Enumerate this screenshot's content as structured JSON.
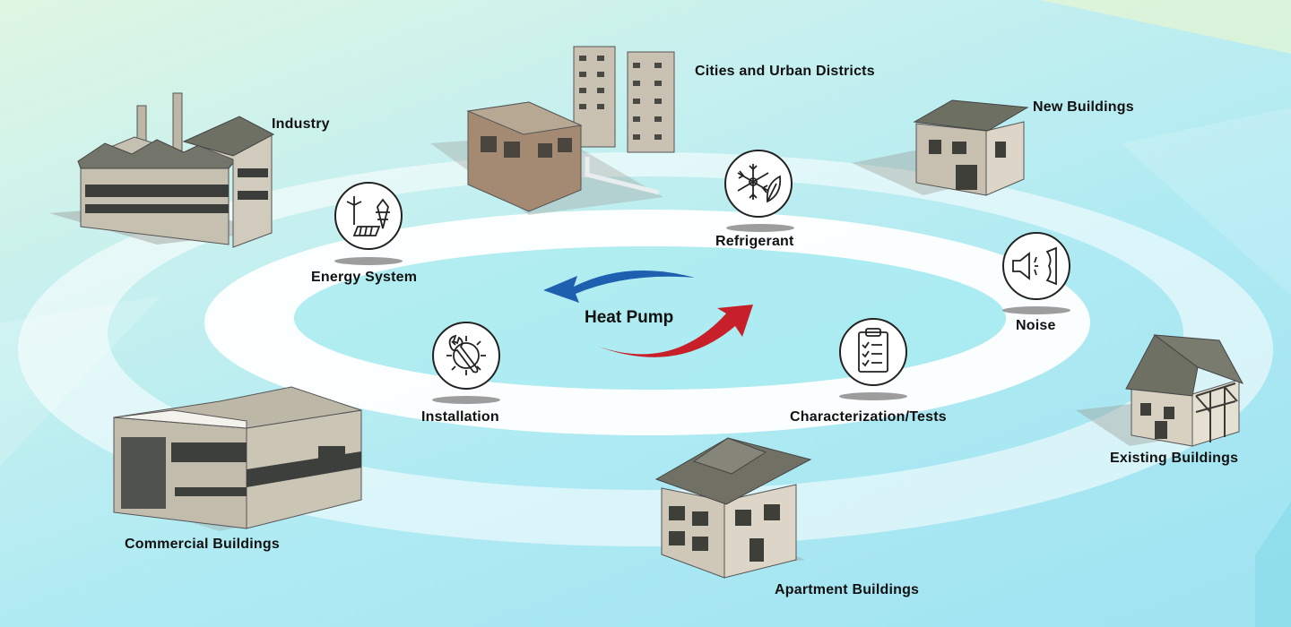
{
  "center": {
    "label": "Heat Pump"
  },
  "colors": {
    "arrow_blue": "#1f5fb0",
    "arrow_red": "#c8202a",
    "ring": "#ffffff",
    "building": "#bfb9aa",
    "roof": "#6f6f62"
  },
  "aspects": [
    {
      "label": "Energy System",
      "icon": "renewable-energy-icon"
    },
    {
      "label": "Refrigerant",
      "icon": "snowflake-leaf-icon"
    },
    {
      "label": "Noise",
      "icon": "speaker-noise-icon"
    },
    {
      "label": "Installation",
      "icon": "wrench-gear-icon"
    },
    {
      "label": "Characterization/Tests",
      "icon": "checklist-icon"
    }
  ],
  "applications": [
    {
      "label": "Industry",
      "icon": "factory-icon"
    },
    {
      "label": "Cities and Urban Districts",
      "icon": "city-district-icon"
    },
    {
      "label": "New Buildings",
      "icon": "new-building-icon"
    },
    {
      "label": "Existing Buildings",
      "icon": "half-timbered-house-icon"
    },
    {
      "label": "Apartment Buildings",
      "icon": "apartment-building-icon"
    },
    {
      "label": "Commercial Buildings",
      "icon": "commercial-building-icon"
    }
  ]
}
